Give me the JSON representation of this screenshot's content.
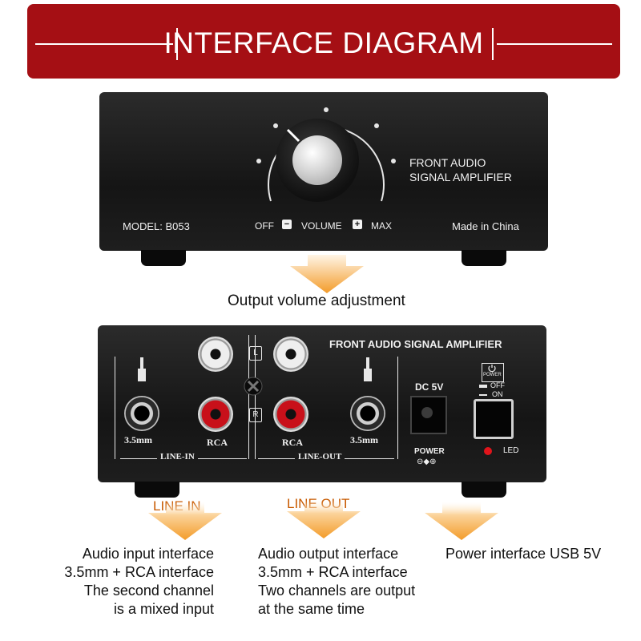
{
  "banner": {
    "title": "INTERFACE DIAGRAM"
  },
  "front_panel": {
    "model": "MODEL: B053",
    "product_line1": "FRONT AUDIO",
    "product_line2": "SIGNAL AMPLIFIER",
    "off_label": "OFF",
    "volume_label": "VOLUME",
    "max_label": "MAX",
    "minus_sign": "−",
    "plus_sign": "+",
    "origin": "Made in China"
  },
  "front_caption": "Output volume adjustment",
  "back_panel": {
    "product_name": "FRONT AUDIO SIGNAL AMPLIFIER",
    "jack_35_label_left": "3.5mm",
    "rca_label_left": "RCA",
    "rca_label_right": "RCA",
    "jack_35_label_right": "3.5mm",
    "channel_left": "L",
    "channel_right": "R",
    "line_in": "LINE-IN",
    "line_out": "LINE-OUT",
    "dc_label": "DC 5V",
    "power_label": "POWER",
    "power_polarity": "⊖◆⊕",
    "power_icon_text": "POWER",
    "switch_off": "OFF",
    "switch_on": "ON",
    "led_label": "LED"
  },
  "captions": {
    "line_in_title": "LINE IN",
    "line_out_title": "LINE OUT",
    "line_in_text": [
      "Audio input interface",
      "3.5mm + RCA interface",
      "The second channel",
      "is a mixed input"
    ],
    "line_out_text": [
      "Audio output interface",
      "3.5mm + RCA interface",
      "Two channels are output",
      "at the same time"
    ],
    "power_text": "Power interface USB 5V"
  },
  "colors": {
    "banner": "#a50f14",
    "arrow": "#f39c2a",
    "device": "#1c1c1c",
    "rca_red": "#c8101a"
  }
}
